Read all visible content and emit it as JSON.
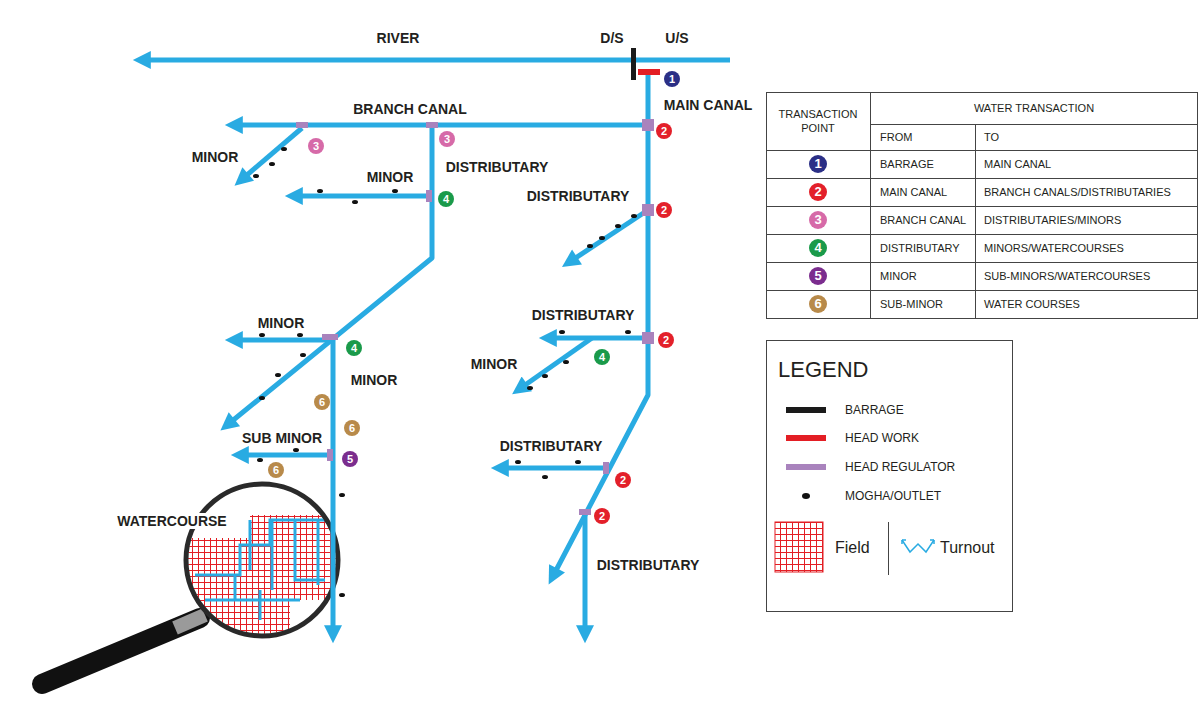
{
  "diagram": {
    "labels": [
      "RIVER",
      "D/S",
      "U/S",
      "1",
      "MAIN CANAL",
      "2",
      "BRANCH CANAL",
      "3",
      "MINOR",
      "3",
      "DISTRIBUTARY",
      "MINOR",
      "4",
      "DISTRIBUTARY",
      "2",
      "DISTRIBUTARY",
      "2",
      "MINOR",
      "4",
      "MINOR",
      "4",
      "MINOR",
      "6",
      "6",
      "SUB MINOR",
      "5",
      "6",
      "DISTRIBUTARY",
      "2",
      "2",
      "DISTRIBUTARY",
      "WATERCOURSE",
      "TRANSACTION POINT",
      "WATER TRANSACTION",
      "FROM",
      "TO",
      "1",
      "BARRAGE",
      "MAIN CANAL",
      "2",
      "MAIN CANAL",
      "BRANCH CANALS/DISTRIBUTARIES",
      "3",
      "BRANCH CANAL",
      "DISTRIBUTARIES/MINORS",
      "4",
      "DISTRIBUTARY",
      "MINORS/WATERCOURSES",
      "5",
      "MINOR",
      "SUB-MINORS/WATERCOURSES",
      "6",
      "SUB-MINOR",
      "WATER COURSES",
      "LEGEND"
    ],
    "legend": [
      {
        "text": "BARRAGE",
        "color": "#1a1a1a"
      },
      {
        "text": "HEAD WORK",
        "color": "#e31e24"
      },
      {
        "text": "HEAD REGULATOR",
        "color": "#a983bd"
      },
      {
        "text": "MOGHA/OUTLET"
      },
      {
        "text": "Field"
      },
      {
        "text": "Turnout"
      }
    ]
  }
}
